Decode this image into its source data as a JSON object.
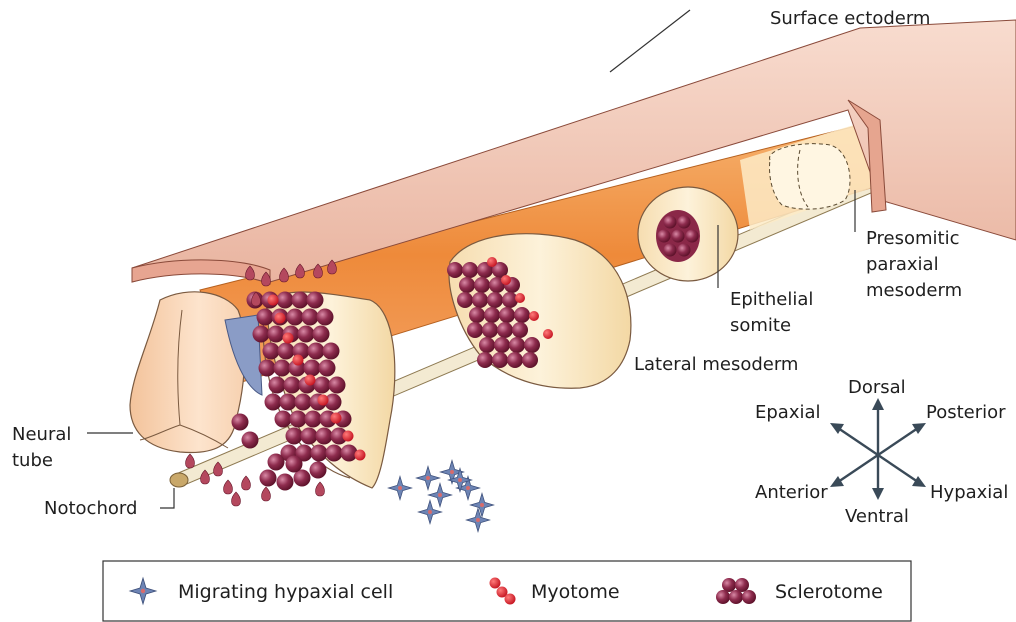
{
  "labels": {
    "surface_ectoderm": "Surface ectoderm",
    "presomitic_line1": "Presomitic",
    "presomitic_line2": "paraxial",
    "presomitic_line3": "mesoderm",
    "epithelial_line1": "Epithelial",
    "epithelial_line2": "somite",
    "lateral_mesoderm": "Lateral mesoderm",
    "neural_line1": "Neural",
    "neural_line2": "tube",
    "notochord": "Notochord"
  },
  "axes": {
    "dorsal": "Dorsal",
    "ventral": "Ventral",
    "epaxial": "Epaxial",
    "hypaxial": "Hypaxial",
    "anterior": "Anterior",
    "posterior": "Posterior"
  },
  "legend": {
    "migrating": "Migrating hypaxial cell",
    "myotome": "Myotome",
    "sclerotome": "Sclerotome"
  },
  "colors": {
    "orange_tube": "#ef8c3c",
    "cream": "#fbecc8",
    "ectoderm": "#f1c4b4",
    "sclerotome": "#7d1e3c",
    "myotome": "#d31f2f",
    "migrating_cell": "#6d84b4"
  }
}
